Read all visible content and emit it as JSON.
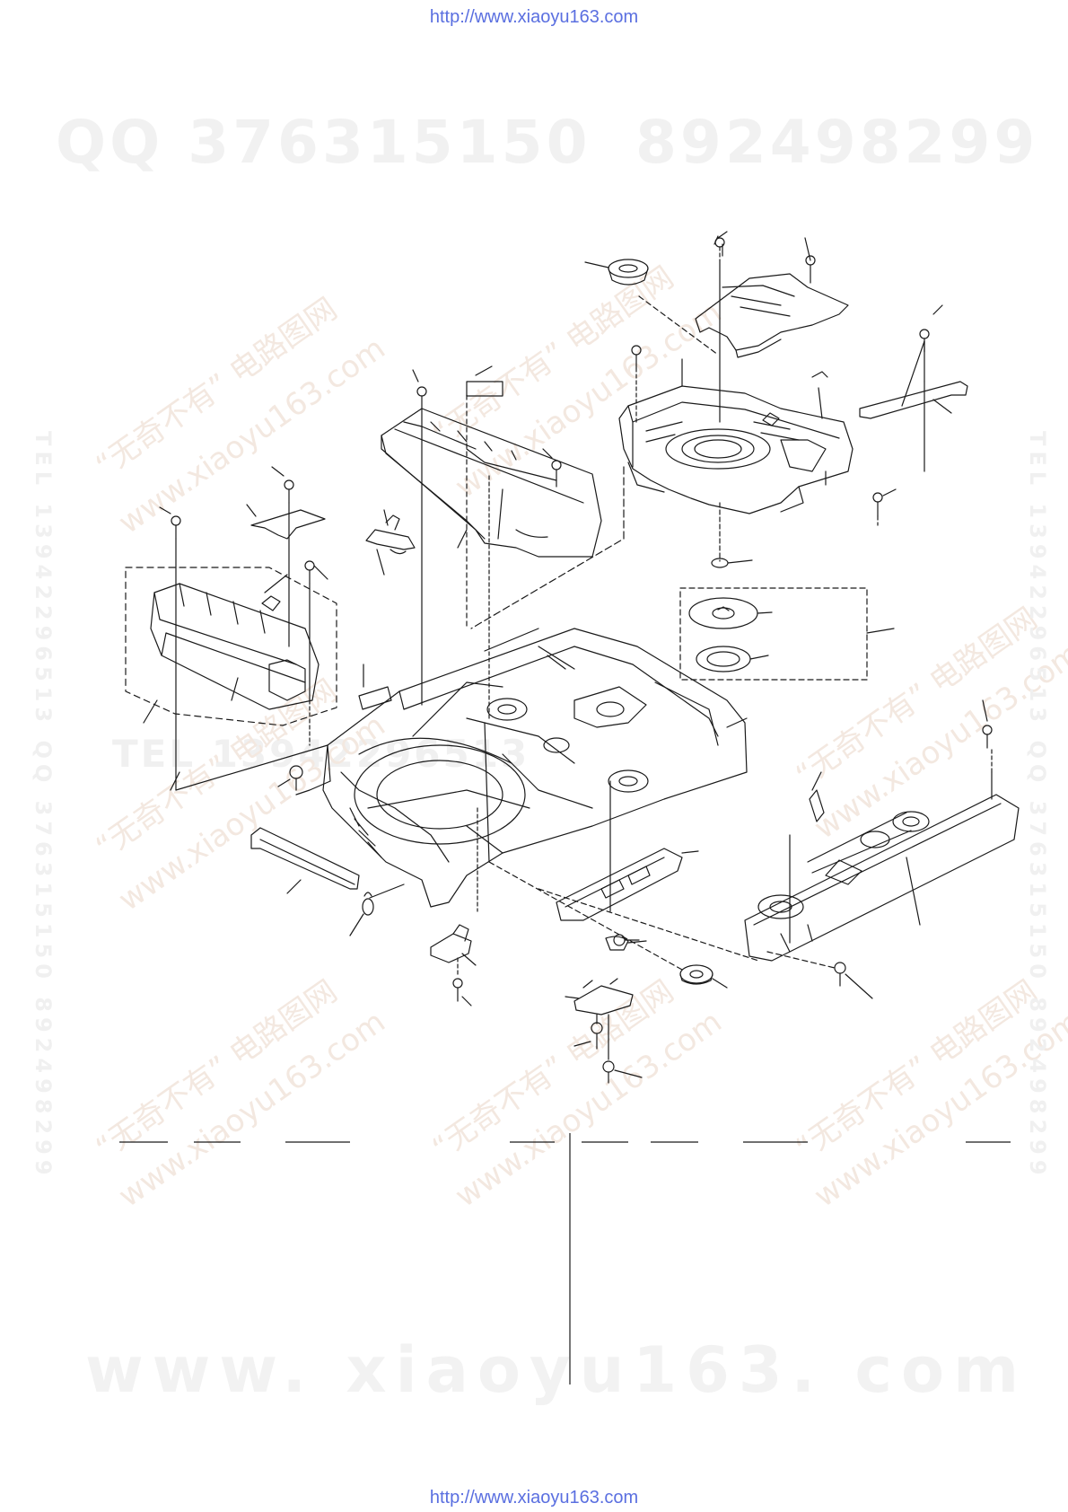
{
  "header": {
    "url": "http://www.xiaoyu163.com"
  },
  "footer": {
    "url": "http://www.xiaoyu163.com"
  },
  "watermarks": {
    "qq_label": "QQ 376315150",
    "qq_second": "892498299",
    "site_big": "www. xiaoyu163. com",
    "diag_cn": "“无奇不有” 电路图网",
    "diag_site": "www.xiaoyu163.com",
    "tel_label": "TEL 13942296513",
    "vertical": "TEL 13942296513 QQ 376315150 892498299"
  },
  "colors": {
    "line": "#1a1a1a",
    "link": "#5a6fe0",
    "watermark": "#eeeeee"
  }
}
